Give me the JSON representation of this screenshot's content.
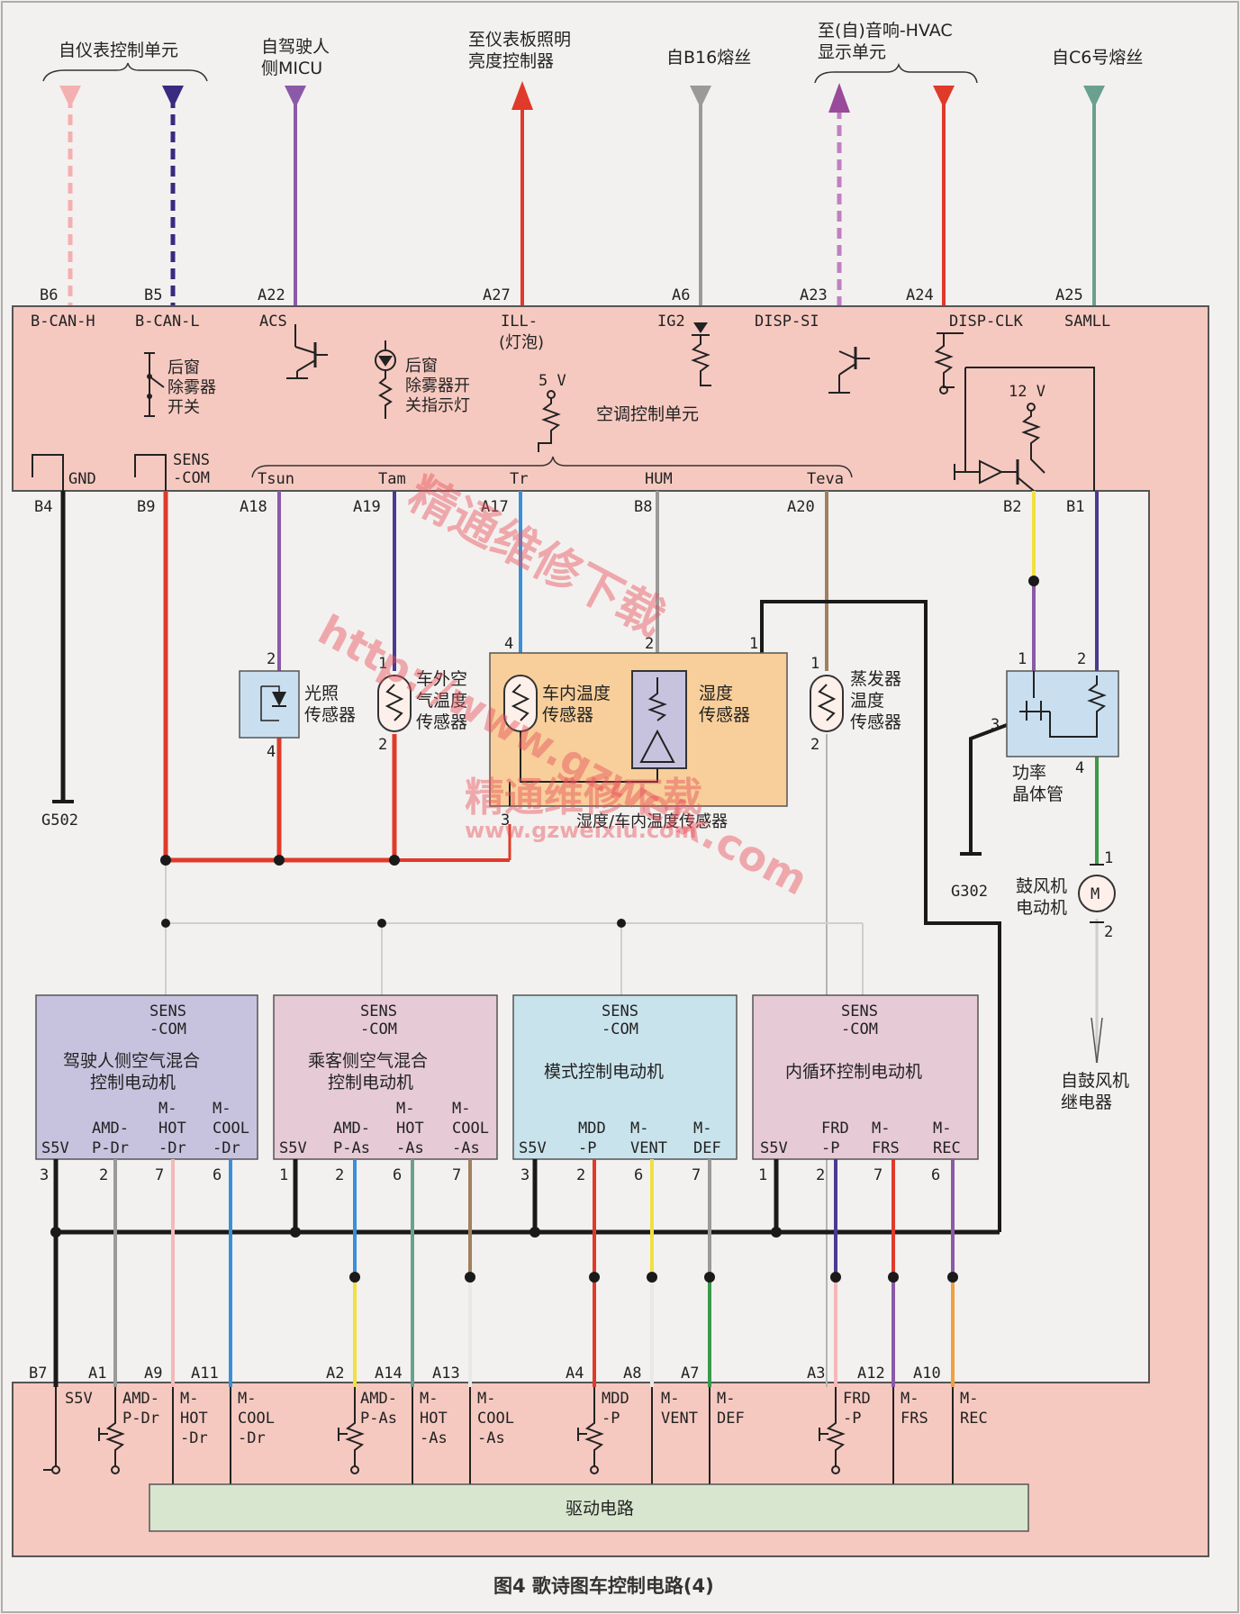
{
  "top_sources": {
    "instrument_ctrl": "自仪表控制单元",
    "driver_micu_1": "自驾驶人",
    "driver_micu_2": "侧MICU",
    "dash_light_1": "至仪表板照明",
    "dash_light_2": "亮度控制器",
    "b16_fuse": "自B16熔丝",
    "audio_hvac_1": "至(自)音响-HVAC",
    "audio_hvac_2": "显示单元",
    "c6_fuse": "自C6号熔丝"
  },
  "top_pins": {
    "b6": "B6",
    "b5": "B5",
    "a22": "A22",
    "a27": "A27",
    "a6": "A6",
    "a23": "A23",
    "a24": "A24",
    "a25": "A25"
  },
  "top_signals": {
    "b_can_h": "B-CAN-H",
    "b_can_l": "B-CAN-L",
    "acs": "ACS",
    "ill": "ILL-",
    "ill_sub": "(灯泡)",
    "ig2": "IG2",
    "disp_si": "DISP-SI",
    "disp_clk": "DISP-CLK",
    "samll": "SAMLL"
  },
  "control_unit": {
    "defog_switch_1": "后窗",
    "defog_switch_2": "除雾器",
    "defog_switch_3": "开关",
    "defog_led_1": "后窗",
    "defog_led_2": "除雾器开",
    "defog_led_3": "关指示灯",
    "v5": "5 V",
    "name": "空调控制单元",
    "v12": "12 V",
    "gnd": "GND",
    "sens": "SENS",
    "com": "-COM",
    "tsun": "Tsun",
    "tam": "Tam",
    "tr": "Tr",
    "hum": "HUM",
    "teva": "Teva"
  },
  "mid_pins": {
    "b4": "B4",
    "b9": "B9",
    "a18": "A18",
    "a19": "A19",
    "a17": "A17",
    "b8": "B8",
    "a20": "A20",
    "b2": "B2",
    "b1": "B1"
  },
  "sensors": {
    "sun_1": "光照",
    "sun_2": "传感器",
    "amb_1": "车外空",
    "amb_2": "气温度",
    "amb_3": "传感器",
    "in_1": "车内温度",
    "in_2": "传感器",
    "hum_1": "湿度",
    "hum_2": "传感器",
    "combo": "湿度/车内温度传感器",
    "eva_1": "蒸发器",
    "eva_2": "温度",
    "eva_3": "传感器",
    "pt_1": "功率",
    "pt_2": "晶体管",
    "blower_1": "鼓风机",
    "blower_2": "电动机",
    "relay_1": "自鼓风机",
    "relay_2": "继电器"
  },
  "pin_nums": {
    "n1": "1",
    "n2": "2",
    "n3": "3",
    "n4": "4",
    "n6": "6",
    "n7": "7"
  },
  "grounds": {
    "g502": "G502",
    "g302": "G302"
  },
  "motors": [
    {
      "sens": "SENS",
      "com": "-COM",
      "name1": "驾驶人侧空气混合",
      "name2": "控制电动机",
      "p1": "S5V",
      "p2a": "AMD-",
      "p2b": "P-Dr",
      "p3a": "M-",
      "p3b": "HOT",
      "p3c": "-Dr",
      "p4a": "M-",
      "p4b": "COOL",
      "p4c": "-Dr"
    },
    {
      "sens": "SENS",
      "com": "-COM",
      "name1": "乘客侧空气混合",
      "name2": "控制电动机",
      "p1": "S5V",
      "p2a": "AMD-",
      "p2b": "P-As",
      "p3a": "M-",
      "p3b": "HOT",
      "p3c": "-As",
      "p4a": "M-",
      "p4b": "COOL",
      "p4c": "-As"
    },
    {
      "sens": "SENS",
      "com": "-COM",
      "name1": "模式控制电动机",
      "name2": "",
      "p1": "S5V",
      "p2a": "MDD",
      "p2b": "-P",
      "p3a": "M-",
      "p3b": "VENT",
      "p3c": "",
      "p4a": "M-",
      "p4b": "DEF",
      "p4c": ""
    },
    {
      "sens": "SENS",
      "com": "-COM",
      "name1": "内循环控制电动机",
      "name2": "",
      "p1": "S5V",
      "p2a": "FRD",
      "p2b": "-P",
      "p3a": "M-",
      "p3b": "FRS",
      "p3c": "",
      "p4a": "M-",
      "p4b": "REC",
      "p4c": ""
    }
  ],
  "bottom_pins": {
    "b7": "B7",
    "a1": "A1",
    "a9": "A9",
    "a11": "A11",
    "a2": "A2",
    "a14": "A14",
    "a13": "A13",
    "a4": "A4",
    "a8": "A8",
    "a7": "A7",
    "a3": "A3",
    "a12": "A12",
    "a10": "A10"
  },
  "bottom_signals": {
    "s5v": "S5V",
    "amd_dr_a": "AMD-",
    "amd_dr_b": "P-Dr",
    "hot_dr_a": "M-",
    "hot_dr_b": "HOT",
    "hot_dr_c": "-Dr",
    "cool_dr_a": "M-",
    "cool_dr_b": "COOL",
    "cool_dr_c": "-Dr",
    "amd_as_a": "AMD-",
    "amd_as_b": "P-As",
    "hot_as_a": "M-",
    "hot_as_b": "HOT",
    "hot_as_c": "-As",
    "cool_as_a": "M-",
    "cool_as_b": "COOL",
    "cool_as_c": "-As",
    "mdd_a": "MDD",
    "mdd_b": "-P",
    "vent_a": "M-",
    "vent_b": "VENT",
    "def_a": "M-",
    "def_b": "DEF",
    "frd_a": "FRD",
    "frd_b": "-P",
    "frs_a": "M-",
    "frs_b": "FRS",
    "rec_a": "M-",
    "rec_b": "REC"
  },
  "drive_circuit": "驱动电路",
  "watermark": {
    "line1": "精通维修下载",
    "line2": "http://www.gzweix.com",
    "line3": "精通维修下载",
    "line4": "www.gzweixiu.com"
  },
  "caption": "图4  歌诗图车控制电路(4)",
  "colors": {
    "panel_fill": "#f6c9c0",
    "panel_border": "#555555",
    "motor1": "#c7c3df",
    "motor2": "#e6cad6",
    "motor3": "#c9e3ec",
    "motor4": "#e6cad6",
    "combo_sensor": "#f8cf9a",
    "sensor_box": "#c9dff0",
    "drive_box": "#d9e6cf",
    "red": "#e03a2a",
    "black": "#1a1a1a",
    "blue": "#3a8fd8",
    "purple": "#8a5aa8",
    "violet": "#4a3a90",
    "gray": "#9a9a9a",
    "yellow": "#f0e040",
    "green": "#3a9a4a",
    "pink": "#f4b8b8",
    "teal": "#6aa090",
    "brown": "#a08060",
    "orange": "#f0a040"
  }
}
